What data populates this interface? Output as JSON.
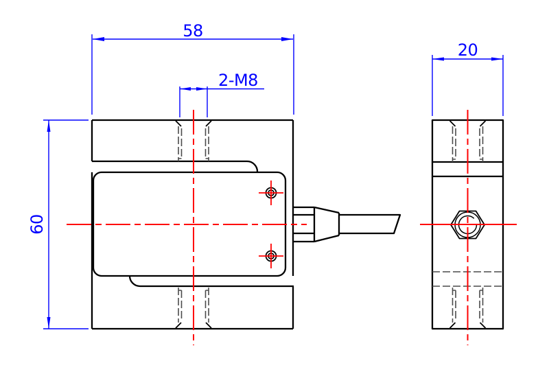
{
  "drawing": {
    "kind": "engineering-drawing",
    "part": "s-type-load-cell"
  },
  "dimensions": {
    "front_width": "58",
    "front_height": "60",
    "side_width": "20",
    "thread_callout": "2-M8"
  },
  "colors": {
    "outline": "#000000",
    "hidden": "#4a4a4a",
    "dimension": "#0000ff",
    "centerline": "#ff0000",
    "background": "#ffffff"
  }
}
